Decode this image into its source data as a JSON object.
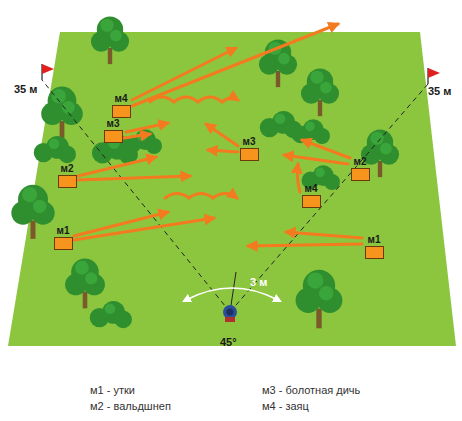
{
  "diagram": {
    "nodes": [
      {
        "text": [
          "м4"
        ]
      },
      {
        "text": [
          "м3"
        ]
      },
      {
        "text": [
          "м3"
        ]
      },
      {
        "text": [
          "м2"
        ]
      },
      {
        "text": [
          "м2"
        ]
      },
      {
        "text": [
          "м4"
        ]
      },
      {
        "text": [
          "м1"
        ]
      },
      {
        "text": [
          "м1"
        ]
      }
    ],
    "labels": [
      "35 м",
      "35 м",
      "3 м",
      "45°"
    ],
    "legend": [
      {
        "text": "м1 - утки"
      },
      {
        "text": "м2 - вальдшнеп"
      },
      {
        "text": "м3 - болотная дичь"
      },
      {
        "text": "м4 - заяц"
      }
    ]
  }
}
